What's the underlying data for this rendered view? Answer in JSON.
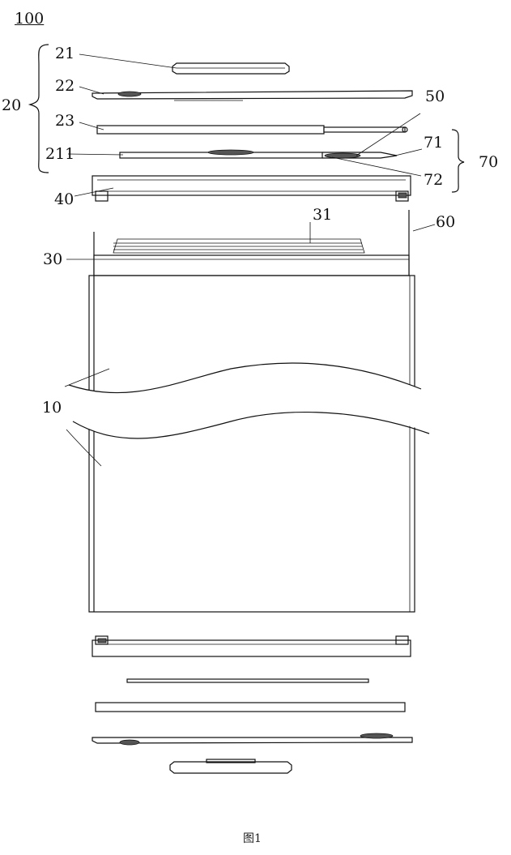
{
  "figure": {
    "assembly_ref": "100",
    "caption": "图1"
  },
  "labels": {
    "l21": "21",
    "l22": "22",
    "l20": "20",
    "l23": "23",
    "l211": "211",
    "l50": "50",
    "l71": "71",
    "l70": "70",
    "l72": "72",
    "l40": "40",
    "l31": "31",
    "l60": "60",
    "l30": "30",
    "l10": "10"
  }
}
